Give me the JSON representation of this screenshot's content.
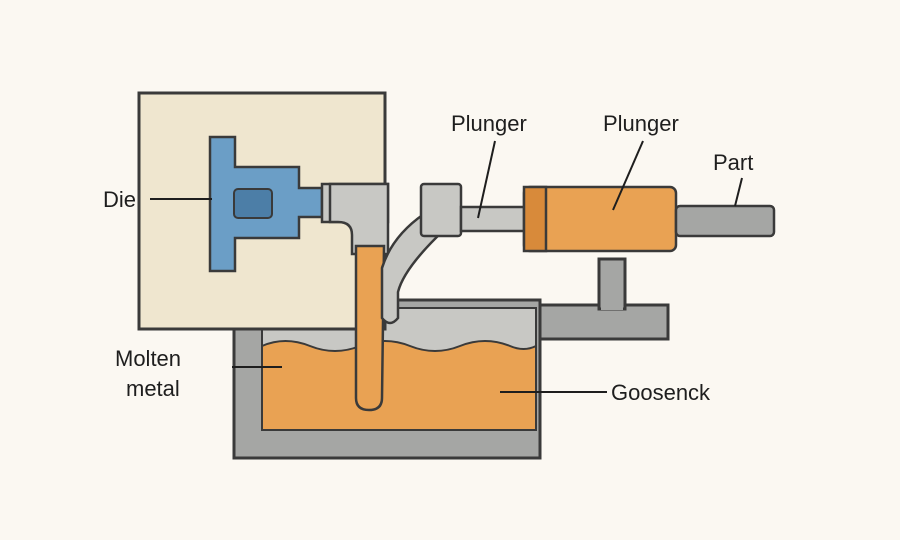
{
  "labels": {
    "die": "Die",
    "plunger_top": "Plunger",
    "plunger_right": "Plunger",
    "part": "Part",
    "molten_line1": "Molten",
    "molten_line2": "metal",
    "gooseneck": "Goosenck"
  },
  "colors": {
    "background": "#fbf8f2",
    "die_block": "#efe6cf",
    "cavity": "#6b9ec6",
    "metal": "#e9a253",
    "steel": "#a5a6a4",
    "steel_light": "#c8c8c4",
    "outline": "#3a3a3a"
  }
}
